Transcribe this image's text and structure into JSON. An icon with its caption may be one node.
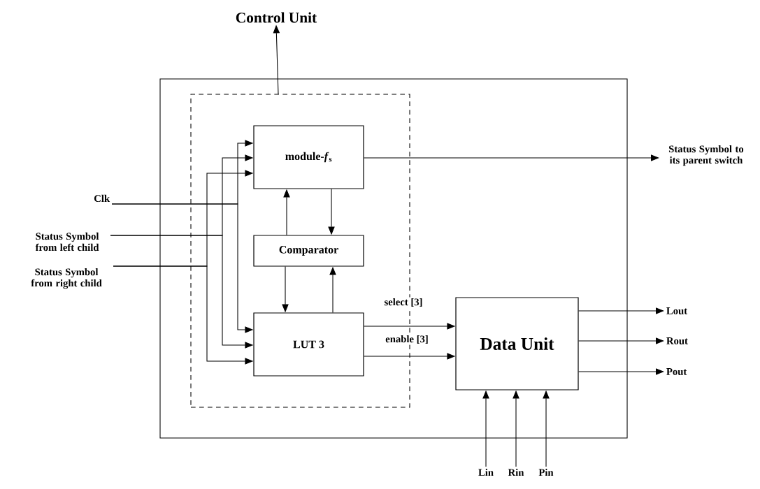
{
  "diagram": {
    "nodes": [
      {
        "text": [],
        "shape": "box"
      },
      {
        "text": [],
        "shape": "box",
        "in": 0
      },
      {
        "text": [
          "Control Unit"
        ]
      },
      {
        "text": [
          "module-*f*$_{s}$"
        ],
        "in": 1
      },
      {
        "text": [
          "Comparator"
        ],
        "in": 1
      },
      {
        "text": [
          "LUT 3"
        ],
        "in": 1
      },
      {
        "text": [
          "Data Unit"
        ],
        "in": 0
      },
      {
        "text": [
          "Clk"
        ]
      },
      {
        "text": [
          "Status Symbol from left child"
        ]
      },
      {
        "text": [
          "Status Symbol from right child"
        ]
      },
      {
        "text": [
          "Status Symbol to its parent switch"
        ]
      },
      {
        "text": [
          "Lout"
        ]
      },
      {
        "text": [
          "Rout"
        ]
      },
      {
        "text": [
          "Pout"
        ]
      },
      {
        "text": [
          "Lin"
        ]
      },
      {
        "text": [
          "Rin"
        ]
      },
      {
        "text": [
          "Pin"
        ]
      }
    ],
    "edges": [
      {
        "from": 1,
        "to": 2,
        "arrow": "to"
      },
      {
        "from": 7,
        "to": 3,
        "arrow": "to"
      },
      {
        "from": 7,
        "to": 5,
        "arrow": "to"
      },
      {
        "from": 8,
        "to": 3,
        "arrow": "to"
      },
      {
        "from": 8,
        "to": 5,
        "arrow": "to"
      },
      {
        "from": 9,
        "to": 3,
        "arrow": "to"
      },
      {
        "from": 9,
        "to": 5,
        "arrow": "to"
      },
      {
        "from": 3,
        "to": 4,
        "arrow": "to"
      },
      {
        "from": 4,
        "to": 3,
        "arrow": "to"
      },
      {
        "from": 4,
        "to": 5,
        "arrow": "to"
      },
      {
        "from": 5,
        "to": 4,
        "arrow": "to"
      },
      {
        "from": 3,
        "to": 10,
        "arrow": "to"
      },
      {
        "from": 5,
        "to": 6,
        "arrow": "to",
        "label": "select [3]"
      },
      {
        "from": 5,
        "to": 6,
        "arrow": "to",
        "label": "enable [3]"
      },
      {
        "from": 6,
        "to": 11,
        "arrow": "to"
      },
      {
        "from": 6,
        "to": 12,
        "arrow": "to"
      },
      {
        "from": 6,
        "to": 13,
        "arrow": "to"
      },
      {
        "from": 14,
        "to": 6,
        "arrow": "to"
      },
      {
        "from": 15,
        "to": 6,
        "arrow": "to"
      },
      {
        "from": 16,
        "to": 6,
        "arrow": "to"
      }
    ]
  }
}
